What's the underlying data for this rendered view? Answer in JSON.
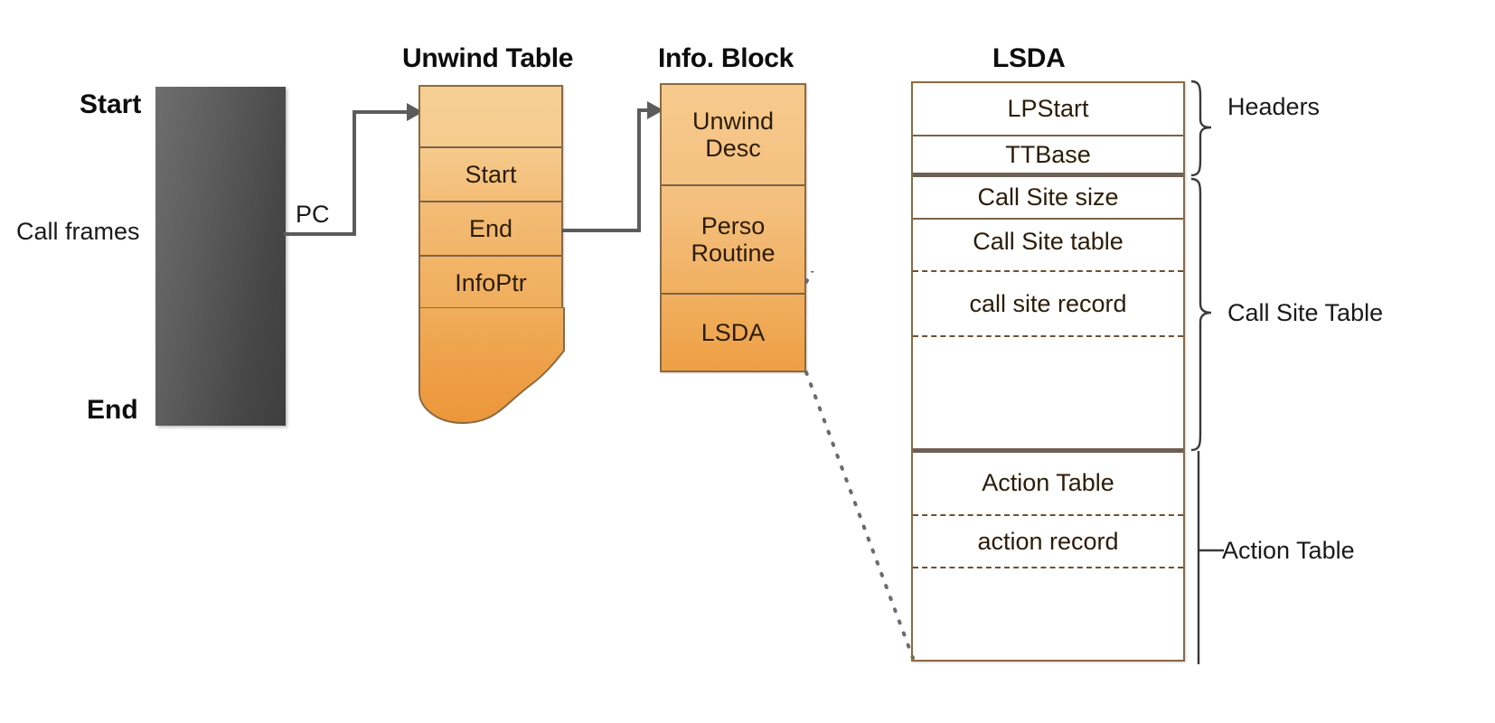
{
  "diagram": {
    "title_headers": [
      "Unwind Table",
      "Info. Block",
      "LSDA"
    ]
  },
  "call_frames": {
    "start_label": "Start",
    "end_label": "End",
    "side_label": "Call frames"
  },
  "connectors": {
    "pc_label": "PC"
  },
  "unwind_table": {
    "title": "Unwind Table",
    "rows": [
      {
        "label": ""
      },
      {
        "label": "Start"
      },
      {
        "label": "End"
      },
      {
        "label": "InfoPtr"
      },
      {
        "label": ""
      }
    ]
  },
  "info_block": {
    "title": "Info. Block",
    "rows": [
      {
        "line1": "Unwind",
        "line2": "Desc"
      },
      {
        "line1": "Perso",
        "line2": "Routine"
      },
      {
        "line1": "LSDA",
        "line2": ""
      }
    ]
  },
  "lsda": {
    "title": "LSDA",
    "rows": [
      {
        "label": "LPStart"
      },
      {
        "label": "TTBase"
      },
      {
        "label": "Call Site size"
      },
      {
        "label": "Call Site table"
      },
      {
        "label": "call site record"
      },
      {
        "label": ""
      },
      {
        "label": "Action Table"
      },
      {
        "label": "action record"
      },
      {
        "label": ""
      }
    ],
    "brackets": [
      {
        "label": "Headers"
      },
      {
        "label": "Call Site Table"
      },
      {
        "label": "Action Table"
      }
    ]
  },
  "colors": {
    "orange_dark": "#ed9a3d",
    "orange_light": "#f6cd93",
    "border_brown": "#8a6a40",
    "divider_brown": "#7a6249",
    "gray_dark": "#474747",
    "connector_gray": "#5c5c5c"
  }
}
